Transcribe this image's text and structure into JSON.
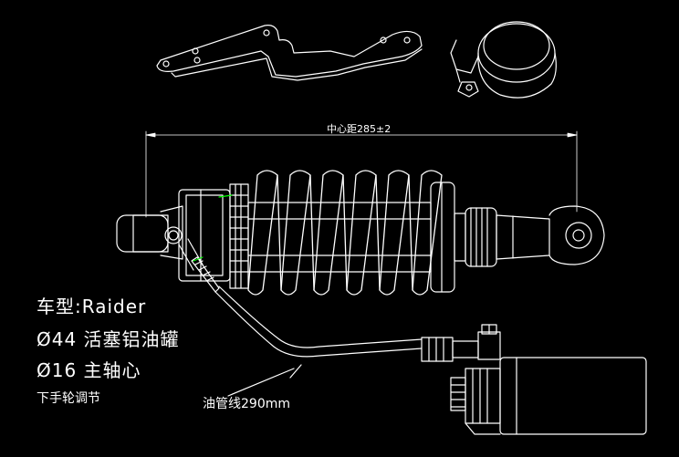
{
  "dimension": {
    "center_distance": "中心距285±2"
  },
  "specs": {
    "model": "车型:Raider",
    "piston": "Ø44 活塞铝油罐",
    "shaft": "Ø16 主轴心",
    "adjust": "下手轮调节"
  },
  "hose": {
    "label": "油管线290mm"
  },
  "colors": {
    "line": "#ffffff",
    "accent_green": "#00ff00",
    "background": "#000000"
  }
}
